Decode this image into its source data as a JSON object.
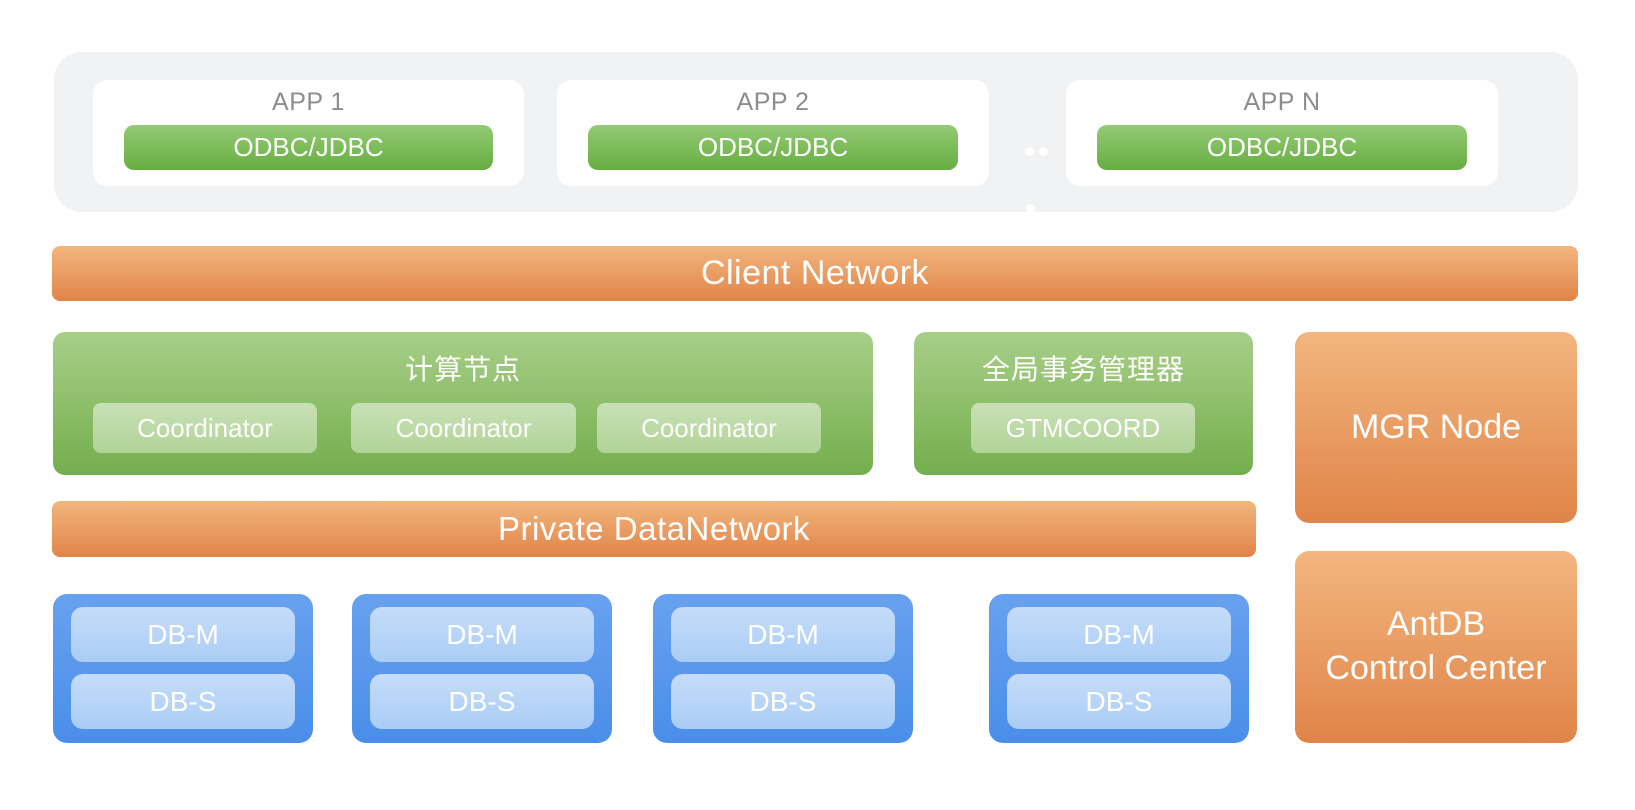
{
  "colors": {
    "page_bg": "#ffffff",
    "panel_gray": "#f1f2f3",
    "app_label": "#8d8d8d",
    "orange_top": "#f2b67e",
    "orange_bottom": "#e08449",
    "green_top": "#a8cf88",
    "green_bottom": "#74ae4d",
    "green_btn_top": "#94cb75",
    "green_btn_bottom": "#66ad41",
    "green_light_top": "#c9e0b6",
    "green_light_bottom": "#b0d497",
    "blue_top": "#68a1ef",
    "blue_bottom": "#4a8ee9",
    "blue_light_top": "#c6dcf9",
    "blue_light_bottom": "#aacdf6"
  },
  "app_layer": {
    "apps": [
      {
        "title": "APP 1",
        "driver": "ODBC/JDBC"
      },
      {
        "title": "APP 2",
        "driver": "ODBC/JDBC"
      },
      {
        "title": "APP N",
        "driver": "ODBC/JDBC"
      }
    ],
    "ellipsis_dots": 3
  },
  "client_network": {
    "label": "Client Network"
  },
  "compute_node": {
    "title": "计算节点",
    "children": [
      "Coordinator",
      "Coordinator",
      "Coordinator"
    ]
  },
  "gtm": {
    "title": "全局事务管理器",
    "children": [
      "GTMCOORD"
    ]
  },
  "mgr_node": {
    "label": "MGR Node"
  },
  "private_network": {
    "label": "Private DataNetwork"
  },
  "data_nodes": {
    "groups": [
      {
        "master": "DB-M",
        "slave": "DB-S"
      },
      {
        "master": "DB-M",
        "slave": "DB-S"
      },
      {
        "master": "DB-M",
        "slave": "DB-S"
      },
      {
        "master": "DB-M",
        "slave": "DB-S"
      }
    ]
  },
  "control_center": {
    "lines": [
      "AntDB",
      "Control Center"
    ]
  }
}
